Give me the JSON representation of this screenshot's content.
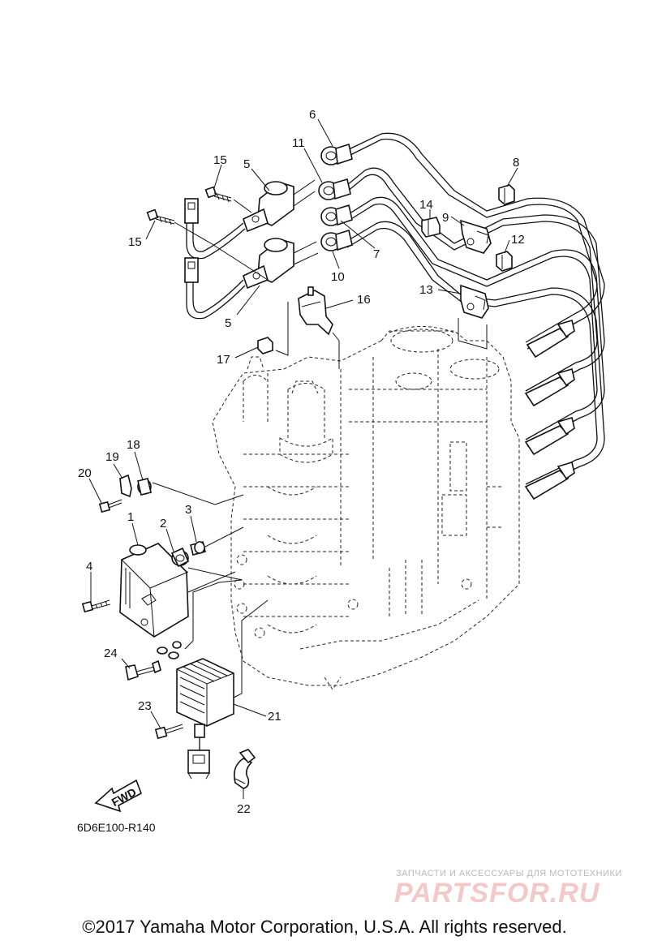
{
  "diagram": {
    "callouts": [
      {
        "id": "c1",
        "text": "1"
      },
      {
        "id": "c2",
        "text": "2"
      },
      {
        "id": "c3",
        "text": "3"
      },
      {
        "id": "c4",
        "text": "4"
      },
      {
        "id": "c5a",
        "text": "5"
      },
      {
        "id": "c5b",
        "text": "5"
      },
      {
        "id": "c6",
        "text": "6"
      },
      {
        "id": "c7",
        "text": "7"
      },
      {
        "id": "c8",
        "text": "8"
      },
      {
        "id": "c9",
        "text": "9"
      },
      {
        "id": "c10",
        "text": "10"
      },
      {
        "id": "c11",
        "text": "11"
      },
      {
        "id": "c12",
        "text": "12"
      },
      {
        "id": "c13",
        "text": "13"
      },
      {
        "id": "c14",
        "text": "14"
      },
      {
        "id": "c15a",
        "text": "15"
      },
      {
        "id": "c15b",
        "text": "15"
      },
      {
        "id": "c16",
        "text": "16"
      },
      {
        "id": "c17",
        "text": "17"
      },
      {
        "id": "c18",
        "text": "18"
      },
      {
        "id": "c19",
        "text": "19"
      },
      {
        "id": "c20",
        "text": "20"
      },
      {
        "id": "c21",
        "text": "21"
      },
      {
        "id": "c22",
        "text": "22"
      },
      {
        "id": "c23",
        "text": "23"
      },
      {
        "id": "c24",
        "text": "24"
      }
    ],
    "fwd_label": "FWD",
    "diagram_code": "6D6E100-R140"
  },
  "watermark": {
    "tagline": "ЗАПЧАСТИ И АКСЕССУАРЫ ДЛЯ МОТОТЕХНИКИ",
    "logo": "PARTSFOR.RU",
    "color": "#e8a0a0"
  },
  "copyright": "©2017 Yamaha Motor Corporation, U.S.A. All rights reserved."
}
